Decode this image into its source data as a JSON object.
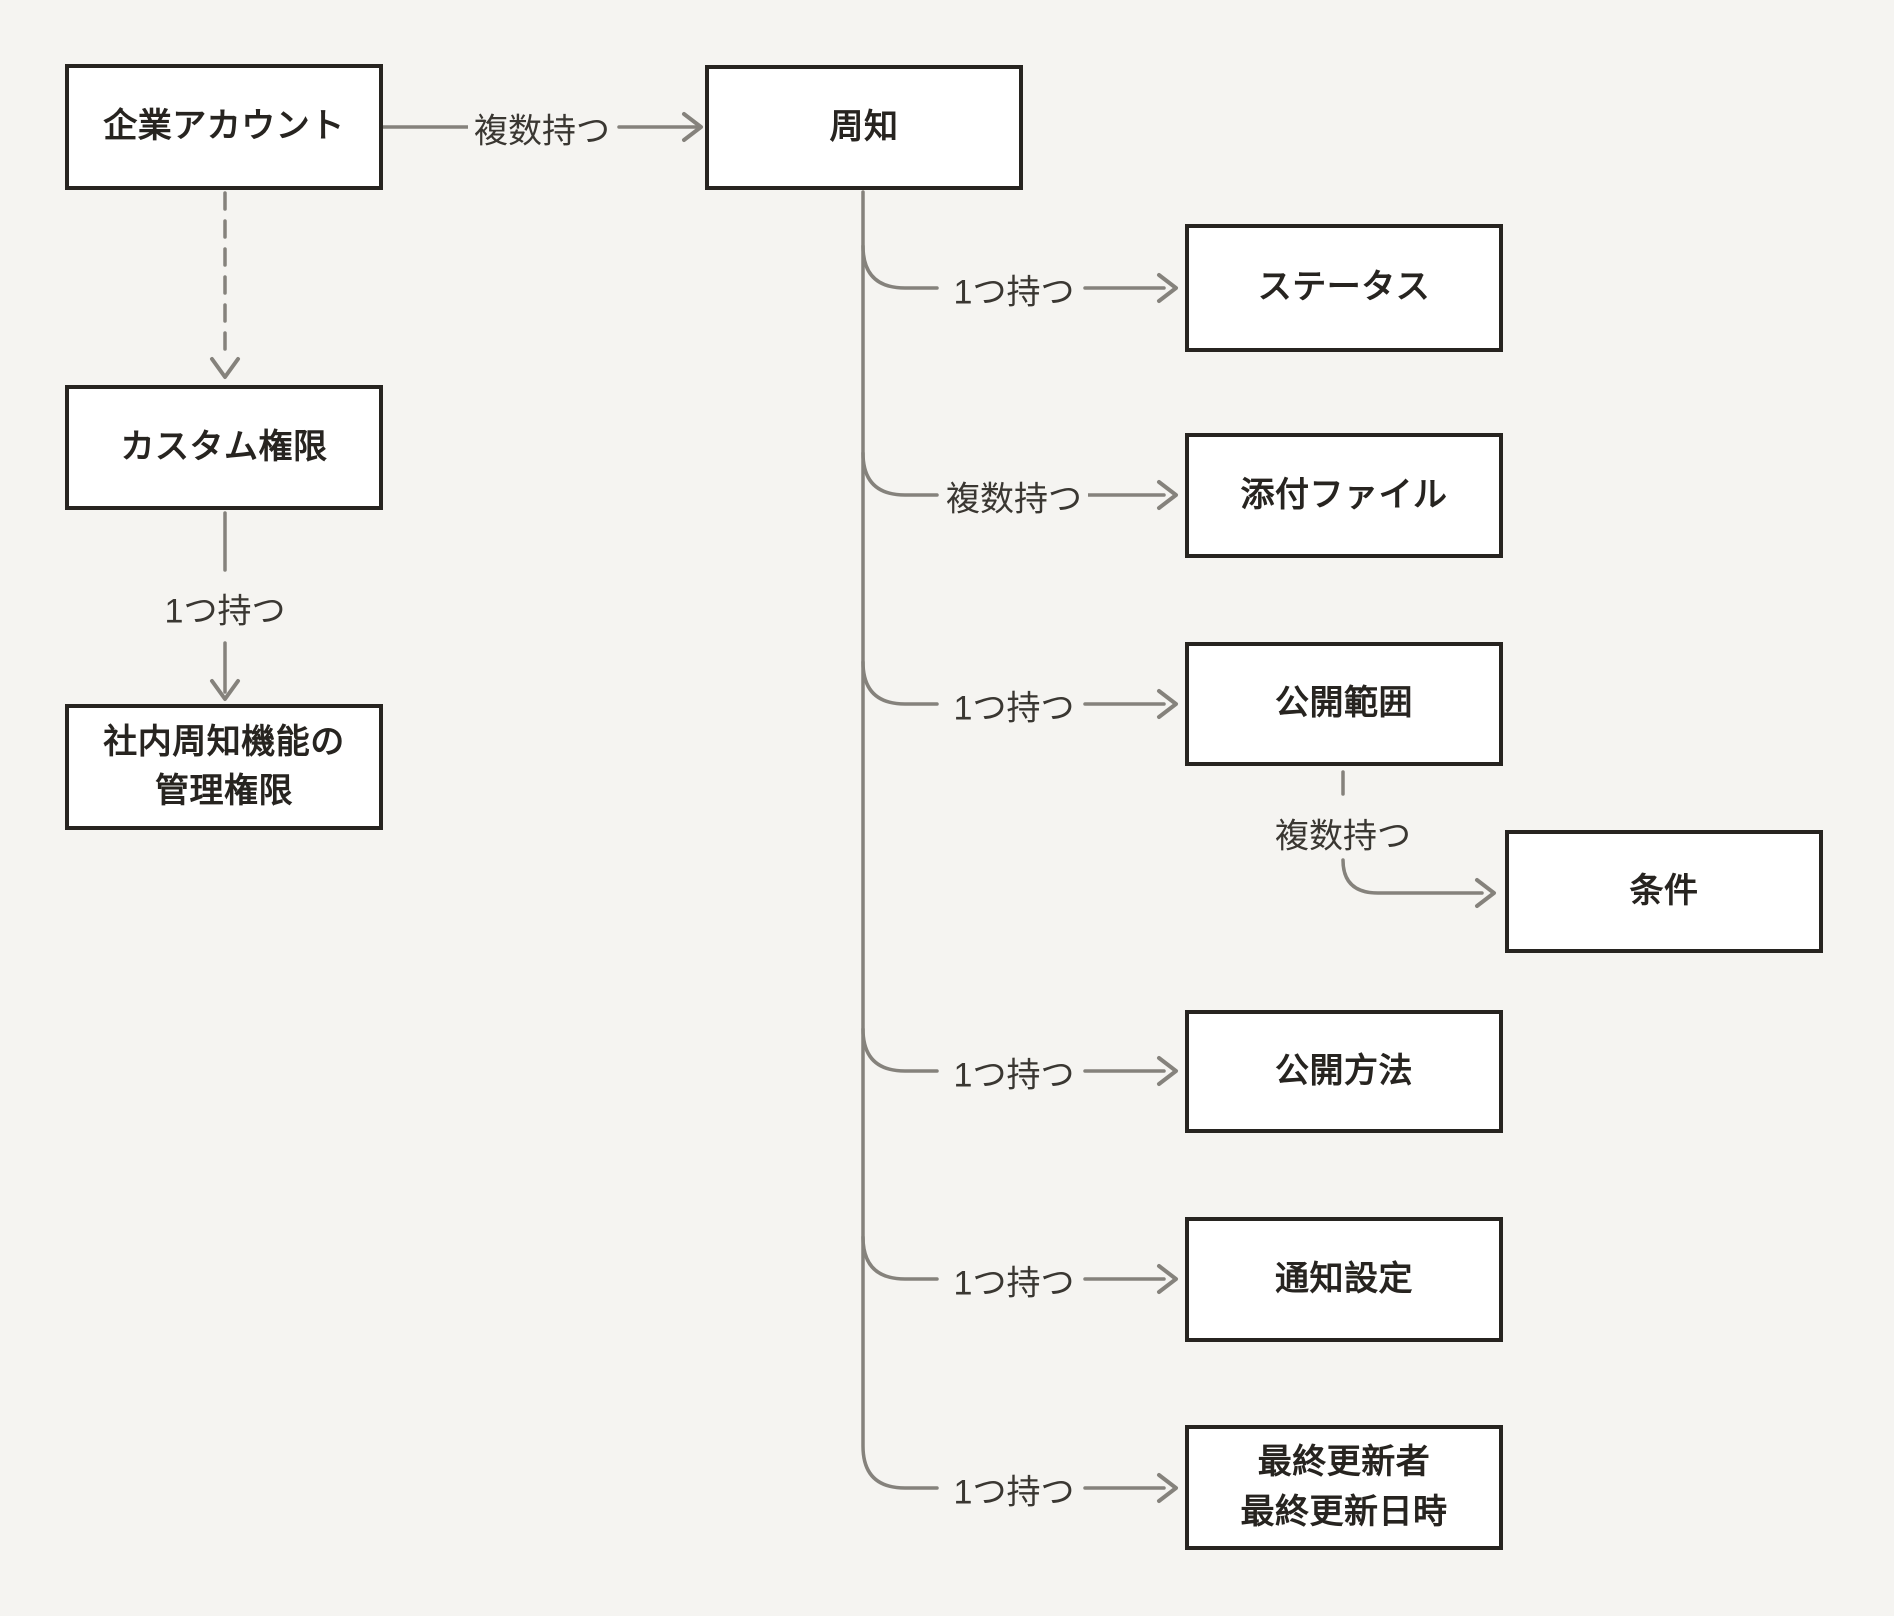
{
  "diagram": {
    "background_color": "#f5f4f1",
    "box_fill_color": "#ffffff",
    "box_border_color": "#272420",
    "text_color": "#272420",
    "line_color": "#85827c"
  },
  "nodes": [
    {
      "id": "corporate-account",
      "label_lines": [
        "企業アカウント"
      ]
    },
    {
      "id": "custom-permission",
      "label_lines": [
        "カスタム権限"
      ]
    },
    {
      "id": "internal-announce-admin-perm",
      "label_lines": [
        "社内周知機能の",
        "管理権限"
      ]
    },
    {
      "id": "announcement",
      "label_lines": [
        "周知"
      ]
    },
    {
      "id": "status",
      "label_lines": [
        "ステータス"
      ]
    },
    {
      "id": "attachment",
      "label_lines": [
        "添付ファイル"
      ]
    },
    {
      "id": "publish-scope",
      "label_lines": [
        "公開範囲"
      ]
    },
    {
      "id": "condition",
      "label_lines": [
        "条件"
      ]
    },
    {
      "id": "publish-method",
      "label_lines": [
        "公開方法"
      ]
    },
    {
      "id": "notification-setting",
      "label_lines": [
        "通知設定"
      ]
    },
    {
      "id": "last-updated",
      "label_lines": [
        "最終更新者",
        "最終更新日時"
      ]
    }
  ],
  "edges": [
    {
      "from": "corporate-account",
      "to": "announcement",
      "label": "複数持つ",
      "style": "solid"
    },
    {
      "from": "corporate-account",
      "to": "custom-permission",
      "label": "",
      "style": "dashed"
    },
    {
      "from": "custom-permission",
      "to": "internal-announce-admin-perm",
      "label": "1つ持つ",
      "style": "solid"
    },
    {
      "from": "announcement",
      "to": "status",
      "label": "1つ持つ",
      "style": "solid"
    },
    {
      "from": "announcement",
      "to": "attachment",
      "label": "複数持つ",
      "style": "solid"
    },
    {
      "from": "announcement",
      "to": "publish-scope",
      "label": "1つ持つ",
      "style": "solid"
    },
    {
      "from": "publish-scope",
      "to": "condition",
      "label": "複数持つ",
      "style": "dashed-solid"
    },
    {
      "from": "announcement",
      "to": "publish-method",
      "label": "1つ持つ",
      "style": "solid"
    },
    {
      "from": "announcement",
      "to": "notification-setting",
      "label": "1つ持つ",
      "style": "solid"
    },
    {
      "from": "announcement",
      "to": "last-updated",
      "label": "1つ持つ",
      "style": "solid"
    }
  ]
}
